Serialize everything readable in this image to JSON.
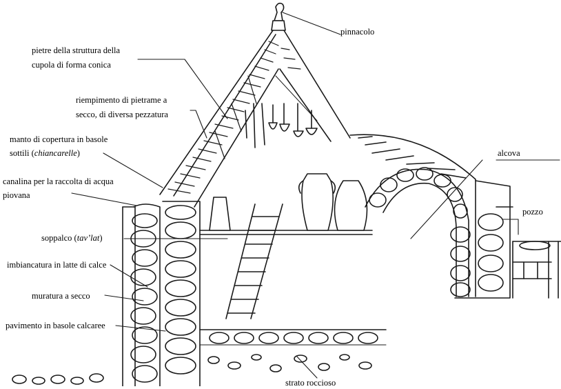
{
  "labels": {
    "pinnacolo": "pinnacolo",
    "pietre_1": "pietre della struttura della",
    "pietre_2": "cupola di forma conica",
    "riempimento_1": "riempimento di pietrame a",
    "riempimento_2": "secco, di diversa pezzatura",
    "manto_1": "manto di copertura in basole",
    "manto_2a": "sottili (",
    "manto_2b": "chiancarelle",
    "manto_2c": ")",
    "canalina_1": "canalina per la raccolta di acqua",
    "canalina_2": "piovana",
    "alcova": "alcova",
    "pozzo": "pozzo",
    "soppalco_a": "soppalco (",
    "soppalco_b": "tav’lat",
    "soppalco_c": ")",
    "imbiancatura": "imbiancatura in latte di calce",
    "muratura": "muratura a secco",
    "pavimento": "pavimento in basole calcaree",
    "strato": "strato roccioso"
  },
  "colors": {
    "ink": "#1a1a1a",
    "paper": "#ffffff"
  }
}
